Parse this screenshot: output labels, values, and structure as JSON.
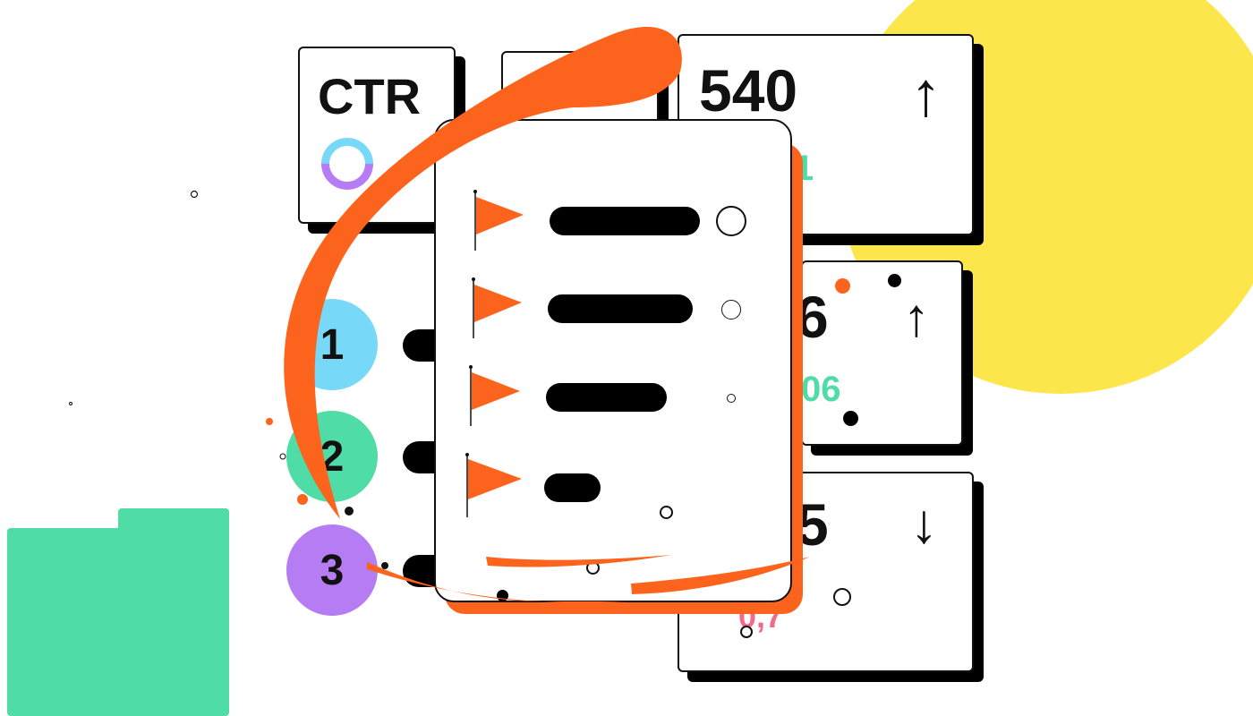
{
  "colors": {
    "orange": "#fc641e",
    "yellow": "#fde64b",
    "green": "#4fdca6",
    "blue": "#78d8f8",
    "purple": "#b57cf4",
    "pink": "#f46a86"
  },
  "cards": {
    "ctr": {
      "label": "CTR"
    },
    "top_right": {
      "value": "540",
      "sub": "1",
      "trend": "up"
    },
    "middle_right": {
      "value": "6",
      "sub": "06",
      "trend": "up"
    },
    "bottom_right": {
      "value": "5",
      "sub": "0,7",
      "trend": "down"
    }
  },
  "steps": [
    {
      "label": "1"
    },
    {
      "label": "2"
    },
    {
      "label": "3"
    }
  ],
  "icons": [
    "flag-icon",
    "arrow-up-icon",
    "arrow-down-icon",
    "donut-chart-icon"
  ]
}
